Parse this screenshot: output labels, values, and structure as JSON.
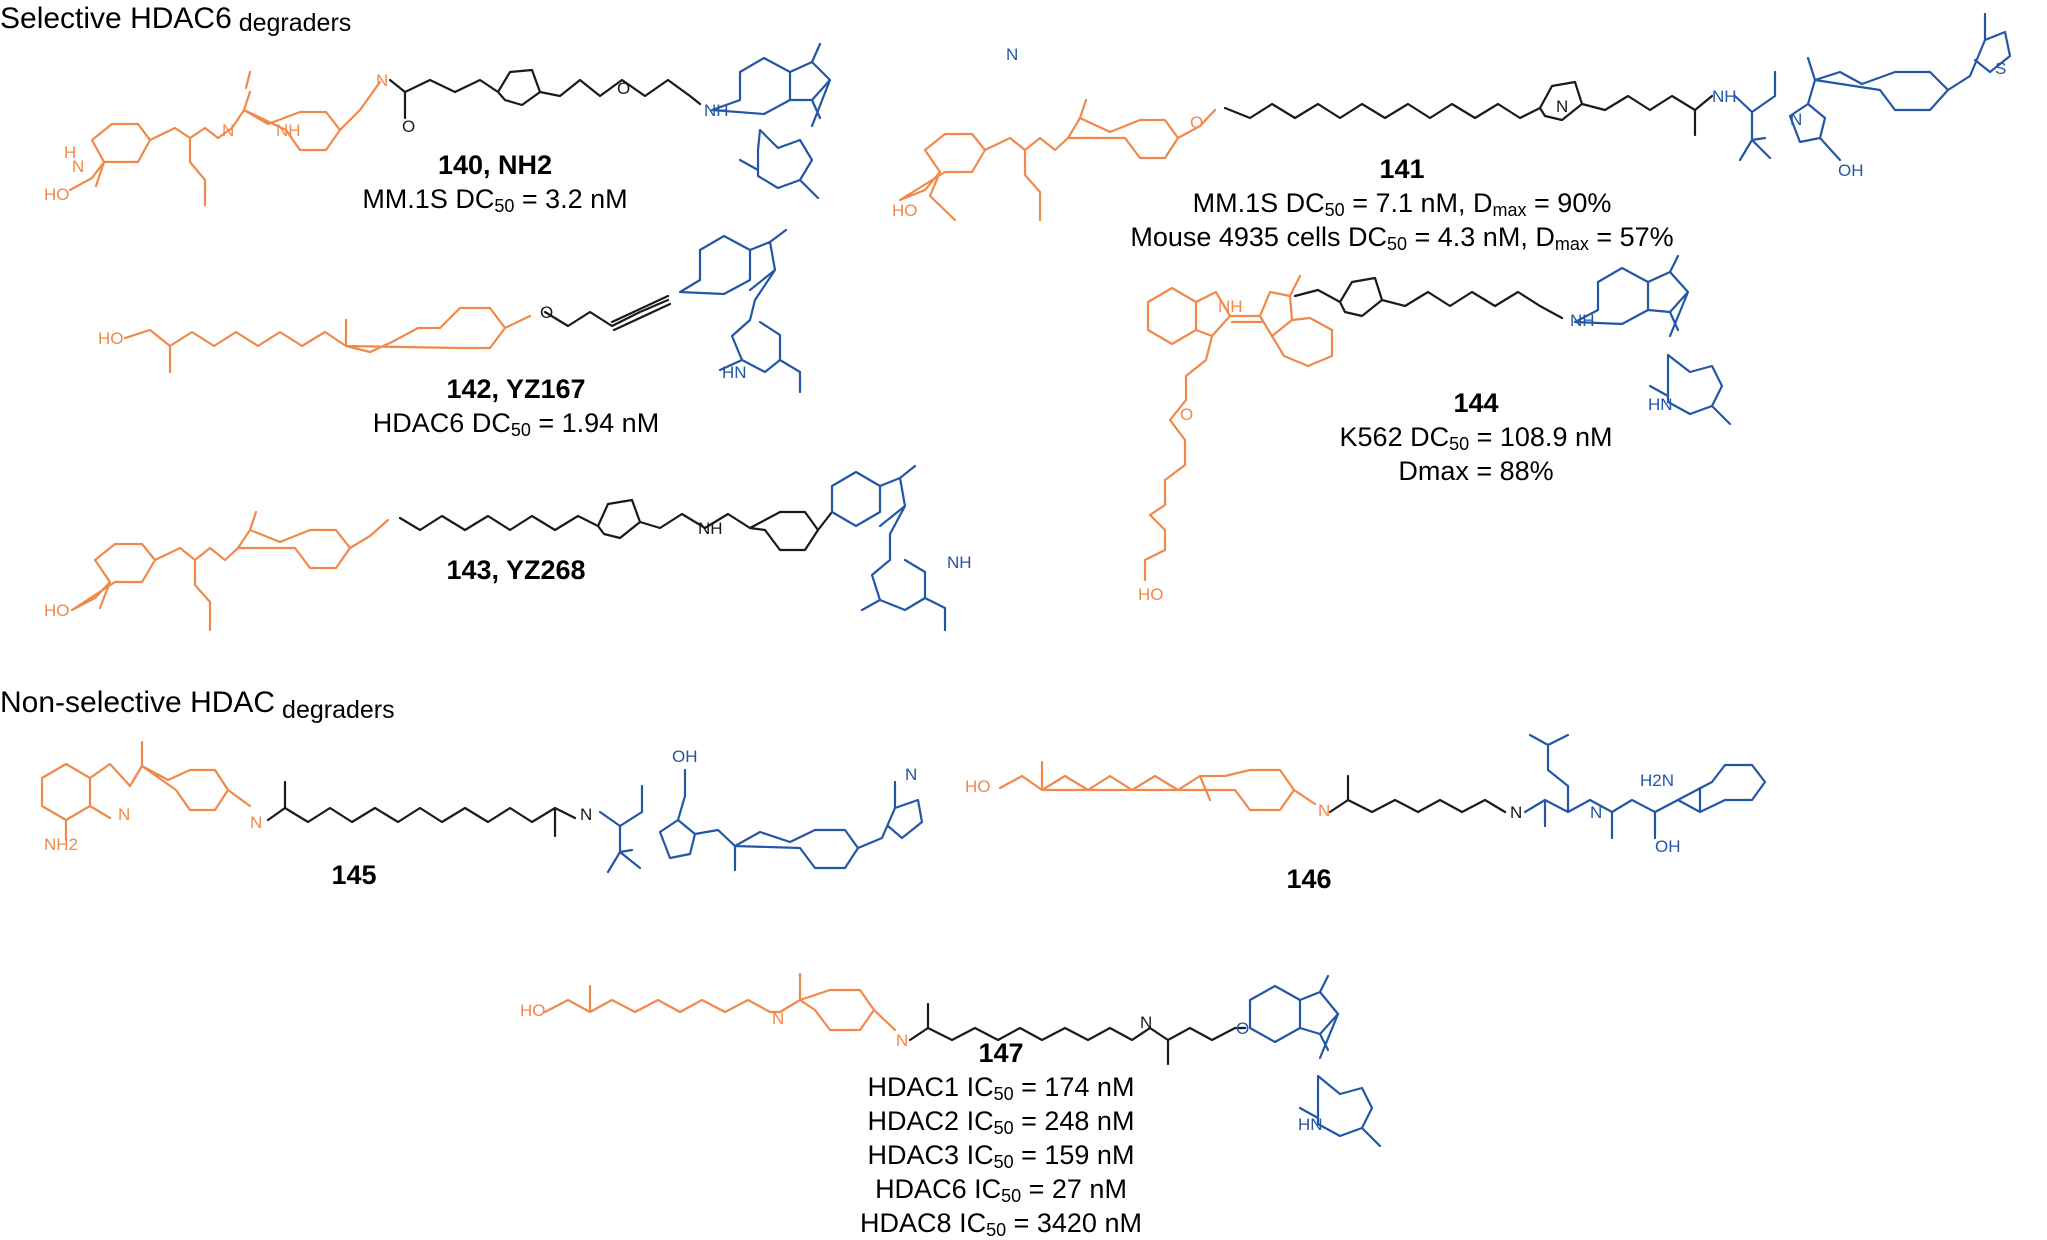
{
  "colors": {
    "warhead": "#f0894a",
    "linker": "#1a1a1a",
    "ligand": "#2456a6"
  },
  "sections": {
    "selective": {
      "pre": "Selective HDAC6",
      "post": " degraders"
    },
    "nonselective": {
      "pre": "Non-selective HDAC",
      "post": " degraders"
    }
  },
  "compounds": {
    "c140": {
      "id": "140, NH2",
      "lines": [
        {
          "pre": "MM.1S DC",
          "sub": "50",
          "post": " = 3.2 nM"
        }
      ]
    },
    "c141": {
      "id": "141",
      "lines": [
        {
          "pre": "MM.1S DC",
          "sub": "50",
          "post": " = 7.1 nM, D",
          "sub2": "max",
          "post2": " = 90%"
        },
        {
          "pre": "Mouse 4935 cells DC",
          "sub": "50",
          "post": " = 4.3 nM, D",
          "sub2": "max",
          "post2": " = 57%"
        }
      ]
    },
    "c142": {
      "id": "142, YZ167",
      "lines": [
        {
          "pre": "HDAC6 DC",
          "sub": "50",
          "post": " = 1.94 nM"
        }
      ]
    },
    "c143": {
      "id": "143, YZ268",
      "lines": []
    },
    "c144": {
      "id": "144",
      "lines": [
        {
          "pre": "K562 DC",
          "sub": "50",
          "post": " = 108.9 nM"
        },
        {
          "pre": "Dmax = 88%"
        }
      ]
    },
    "c145": {
      "id": "145",
      "lines": []
    },
    "c146": {
      "id": "146",
      "lines": []
    },
    "c147": {
      "id": "147",
      "lines": [
        {
          "pre": "HDAC1 IC",
          "sub": "50",
          "post": " = 174 nM"
        },
        {
          "pre": "HDAC2 IC",
          "sub": "50",
          "post": " = 248 nM"
        },
        {
          "pre": "HDAC3 IC",
          "sub": "50",
          "post": " = 159 nM"
        },
        {
          "pre": "HDAC6 IC",
          "sub": "50",
          "post": " = 27 nM"
        },
        {
          "pre": "HDAC8 IC",
          "sub": "50",
          "post": " = 3420 nM"
        }
      ]
    }
  },
  "atom_labels": [
    "HO",
    "N",
    "H",
    "NH",
    "NH2",
    "O",
    "OH",
    "HN",
    "H2N",
    "S"
  ]
}
